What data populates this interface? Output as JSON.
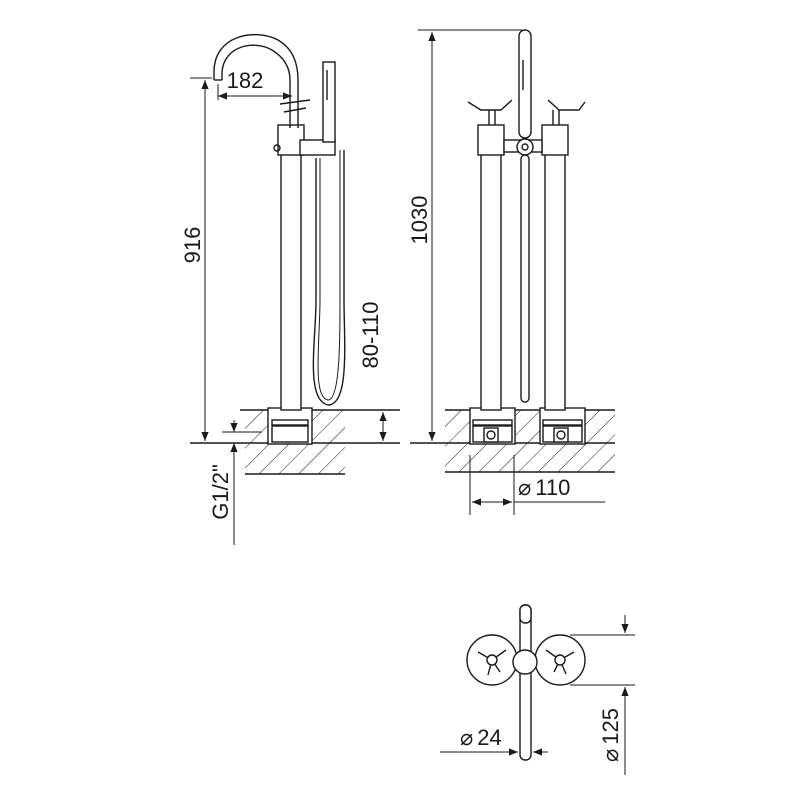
{
  "drawing": {
    "side_view": {
      "spout_reach": "182",
      "total_height": "916",
      "installation_depth": "80-110",
      "thread": "G1/2\""
    },
    "front_view": {
      "total_height": "1030",
      "pillar_diameter": "110"
    },
    "top_view": {
      "spout_diameter": "24",
      "rosette_diameter": "125"
    },
    "diameter_symbol": "⌀",
    "line_color": "#1a1a1a"
  }
}
